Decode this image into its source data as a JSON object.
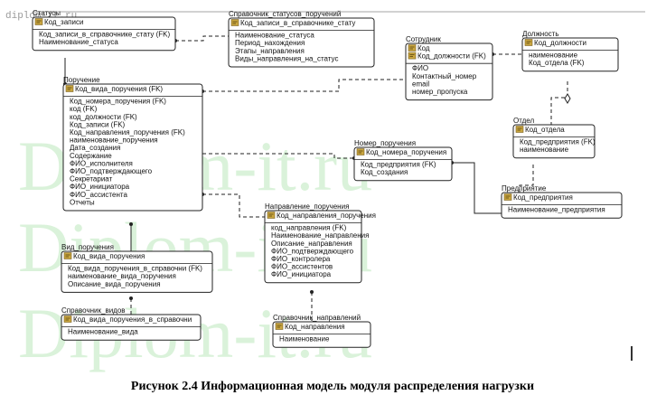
{
  "watermark": {
    "corner_text": "diplom-it.ru",
    "big_text": "Diplom-it.ru"
  },
  "caption": "Рисунок 2.4 Информационная модель модуля распределения нагрузки",
  "colors": {
    "line": "#222222",
    "watermark": "#bde9bd",
    "key_icon": "#c9a640"
  },
  "icons": [
    "key-icon",
    "cursor-mark"
  ],
  "entities": [
    {
      "id": "statusy",
      "name": "Статусы",
      "pk": [
        "Код_записи"
      ],
      "attrs": [
        "Код_записи_в_справочнике_стату (FK)",
        "Наименование_статуса"
      ]
    },
    {
      "id": "spr_stat",
      "name": "Справочник_статусов_поручений",
      "pk": [
        "Код_записи_в_справочнике_стату"
      ],
      "attrs": [
        "Наименование_статуса",
        "Период_нахождения",
        "Этапы_направления",
        "Виды_направления_на_статус"
      ]
    },
    {
      "id": "sotrudnik",
      "name": "Сотрудник",
      "pk": [
        "Код",
        "Код_должности (FK)"
      ],
      "attrs": [
        "ФИО",
        "Контактный_номер",
        "email",
        "номер_пропуска"
      ]
    },
    {
      "id": "dolzhnost",
      "name": "Должность",
      "pk": [
        "Код_должности"
      ],
      "attrs": [
        "наименование",
        "Код_отдела (FK)"
      ]
    },
    {
      "id": "otdel",
      "name": "Отдел",
      "pk": [
        "Код_отдела"
      ],
      "attrs": [
        "Код_предприятия (FK)",
        "наименование"
      ]
    },
    {
      "id": "predpriyatie",
      "name": "Предприятие",
      "pk": [
        "Код_предприятия"
      ],
      "attrs": [
        "Наименование_предприятия"
      ]
    },
    {
      "id": "poruchenie",
      "name": "Поручение",
      "pk": [
        "Код_вида_поручения (FK)"
      ],
      "attrs": [
        "Код_номера_поручения (FK)",
        "код (FK)",
        "код_должности (FK)",
        "Код_записи (FK)",
        "Код_направления_поручения (FK)",
        "наименование_поручения",
        "Дата_создания",
        "Содержание",
        "ФИО_исполнителя",
        "ФИО_подтверждающего",
        "Секретариат",
        "ФИО_инициатора",
        "ФИО_ассистента",
        "Отчеты"
      ]
    },
    {
      "id": "nomer",
      "name": "Номер_поручения",
      "pk": [
        "Код_номера_поручения"
      ],
      "attrs": [
        "Код_предприятия (FK)",
        "Код_создания"
      ]
    },
    {
      "id": "vid",
      "name": "Вид_поручения",
      "pk": [
        "Код_вида_поручения"
      ],
      "attrs": [
        "Код_вида_поручения_в_справочни (FK)",
        "наименование_вида_поручения",
        "Описание_вида_поручения"
      ]
    },
    {
      "id": "napravlenie",
      "name": "Направление_поручения",
      "pk": [
        "Код_направления_поручения"
      ],
      "attrs": [
        "код_направления (FK)",
        "Наименование_направления",
        "Описание_направления",
        "ФИО_подтверждающего",
        "ФИО_контролера",
        "ФИО_ассистентов",
        "ФИО_инициатора"
      ]
    },
    {
      "id": "spr_vidov",
      "name": "Справочник_видов",
      "pk": [
        "Код_вида_поручения_в_справочни"
      ],
      "attrs": [
        "Наименование_вида"
      ]
    },
    {
      "id": "spr_napr",
      "name": "Справочник_направлений",
      "pk": [
        "Код_направления"
      ],
      "attrs": [
        "Наименование"
      ]
    }
  ]
}
